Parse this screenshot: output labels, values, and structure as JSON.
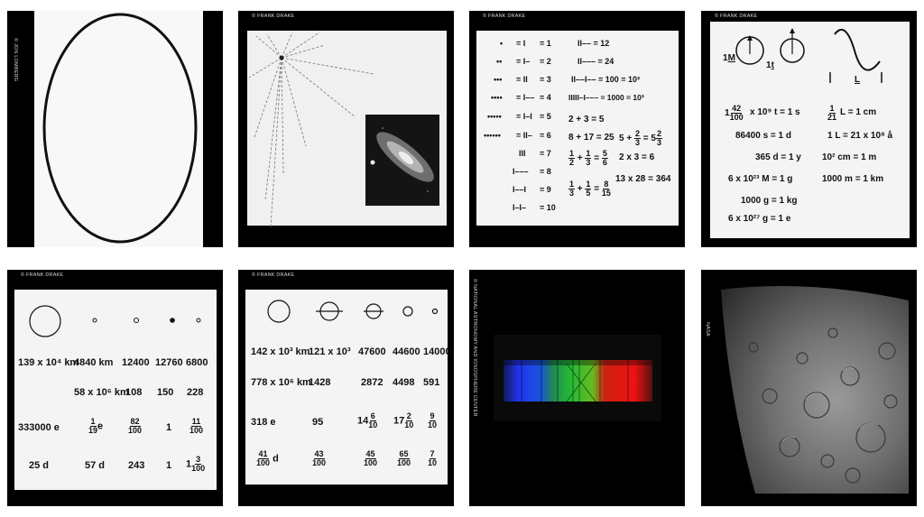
{
  "credits": {
    "lomberg": "© JON LOMBERG",
    "drake": "© FRANK DRAKE",
    "naic": "© NATIONAL ASTRONOMY AND IONOSPHERE CENTER",
    "nasa": "NASA"
  },
  "tiles": [
    {
      "label": "Calibration circle"
    },
    {
      "label": "Pulsar map and galaxy"
    },
    {
      "label": "Numbers and math"
    },
    {
      "label": "Units"
    },
    {
      "label": "Solar system parameters 1"
    },
    {
      "label": "Solar system parameters 2"
    },
    {
      "label": "Spectrum"
    },
    {
      "label": "Mercury surface"
    }
  ],
  "math": {
    "rows": [
      {
        "dots": "•",
        "eq": "= I",
        "val": "= 1"
      },
      {
        "dots": "••",
        "eq": "= I–",
        "val": "= 2"
      },
      {
        "dots": "•••",
        "eq": "= II",
        "val": "= 3"
      },
      {
        "dots": "••••",
        "eq": "= I––",
        "val": "= 4"
      },
      {
        "dots": "•••••",
        "eq": "= I–I",
        "val": "= 5"
      },
      {
        "dots": "••••••",
        "eq": "= II–",
        "val": "= 6"
      },
      {
        "dots": "",
        "eq": "III",
        "val": "= 7"
      },
      {
        "dots": "",
        "eq": "I–––",
        "val": "= 8"
      },
      {
        "dots": "",
        "eq": "I––I",
        "val": "= 9"
      },
      {
        "dots": "",
        "eq": "I–I–",
        "val": "= 10"
      }
    ],
    "col2": [
      "II–– = 12",
      "II––– = 24",
      "II––I–– = 100 = 10²",
      "IIIII–I––– = 1000 = 10³"
    ],
    "sums": [
      "2 + 3 = 5",
      "8 + 17 = 25",
      "2 x 3 = 6",
      "13 x 28 = 364"
    ]
  },
  "units": {
    "m": "M",
    "t": "t",
    "l_label": "L",
    "lines": [
      "x 10⁹ t = 1 s",
      "L = 1 cm",
      "86400 s = 1 d",
      "1 L = 21 x 10⁸ å",
      "365 d = 1 y",
      "10² cm = 1 m",
      "6 x 10²³ M = 1 g",
      "1000 m = 1 km",
      "1000 g = 1 kg",
      "6 x 10²⁷ g = 1 e"
    ]
  },
  "solar1": {
    "row1": [
      "139 x 10⁴ km",
      "4840 km",
      "12400",
      "12760",
      "6800"
    ],
    "row2": [
      "58 x 10⁶ km",
      "108",
      "150",
      "228"
    ],
    "row3": [
      "333000 e",
      "e",
      "82/100",
      "1",
      "11/100"
    ],
    "row4": [
      "25 d",
      "57 d",
      "243",
      "1",
      "1 3/100"
    ]
  },
  "solar2": {
    "row1": [
      "142 x 10³ km",
      "121 x 10³",
      "47600",
      "44600",
      "14000"
    ],
    "row2": [
      "778 x 10⁶ km",
      "1428",
      "2872",
      "4498",
      "591"
    ],
    "row3": [
      "318 e",
      "95",
      "14 6/10",
      "17 2/10",
      "9/10"
    ],
    "row4": [
      "41/100 d",
      "43/100",
      "45/100",
      "65/100",
      "7/10"
    ]
  }
}
